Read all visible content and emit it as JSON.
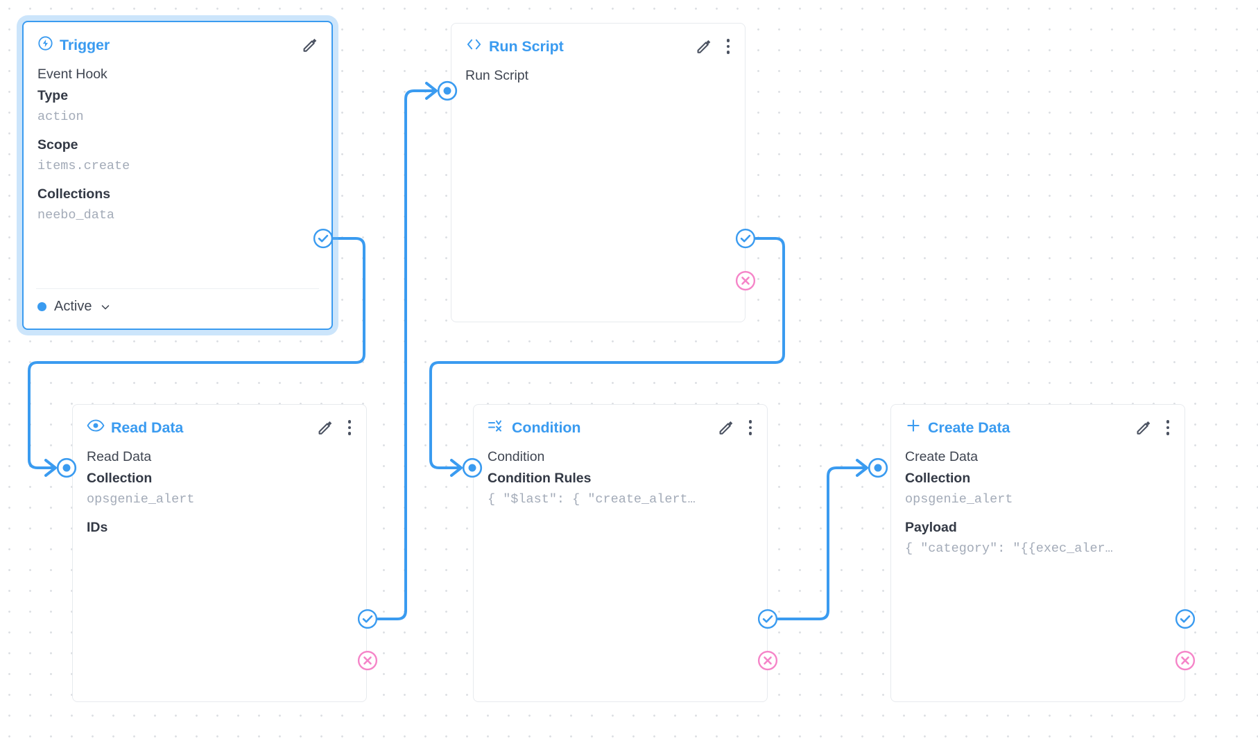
{
  "canvas": {
    "background": "#ffffff",
    "grid_dot_color": "#dcdfe3",
    "accent_color": "#3a9bf0",
    "reject_color": "#f584c8"
  },
  "nodes": [
    {
      "id": "trigger",
      "title": "Trigger",
      "icon": "lightning-circle-icon",
      "selected": true,
      "port_label": "",
      "fields": [
        {
          "label": "Event Hook",
          "bold": false,
          "value": null
        },
        {
          "label": "Type",
          "bold": true,
          "value": "action"
        },
        {
          "label": "Scope",
          "bold": true,
          "value": "items.create"
        },
        {
          "label": "Collections",
          "bold": true,
          "value": "neebo_data"
        }
      ],
      "status": "Active",
      "has_kebab": false,
      "has_edit": true
    },
    {
      "id": "run-script",
      "title": "Run Script",
      "icon": "code-brackets-icon",
      "selected": false,
      "port_label": "Run Script",
      "fields": [],
      "has_kebab": true,
      "has_edit": true
    },
    {
      "id": "read-data",
      "title": "Read Data",
      "icon": "eye-icon",
      "selected": false,
      "port_label": "Read Data",
      "fields": [
        {
          "label": "Collection",
          "bold": true,
          "value": "opsgenie_alert"
        },
        {
          "label": "IDs",
          "bold": true,
          "value": null
        }
      ],
      "has_kebab": true,
      "has_edit": true
    },
    {
      "id": "condition",
      "title": "Condition",
      "icon": "condition-filter-icon",
      "selected": false,
      "port_label": "Condition",
      "fields": [
        {
          "label": "Condition Rules",
          "bold": true,
          "value": "{ \"$last\": { \"create_alert…"
        }
      ],
      "has_kebab": true,
      "has_edit": true
    },
    {
      "id": "create-data",
      "title": "Create Data",
      "icon": "plus-icon",
      "selected": false,
      "port_label": "Create Data",
      "fields": [
        {
          "label": "Collection",
          "bold": true,
          "value": "opsgenie_alert"
        },
        {
          "label": "Payload",
          "bold": true,
          "value": "{ \"category\": \"{{exec_aler…"
        }
      ],
      "has_kebab": true,
      "has_edit": true
    }
  ],
  "handles": {
    "resolve_icon": "check-circle-icon",
    "reject_icon": "x-circle-icon",
    "input_icon": "input-port-icon"
  },
  "edges": [
    {
      "from": "trigger.resolve",
      "to": "read-data.input"
    },
    {
      "from": "read-data.resolve",
      "to": "run-script.input"
    },
    {
      "from": "run-script.resolve",
      "to": "condition.input"
    },
    {
      "from": "condition.resolve",
      "to": "create-data.input"
    }
  ]
}
